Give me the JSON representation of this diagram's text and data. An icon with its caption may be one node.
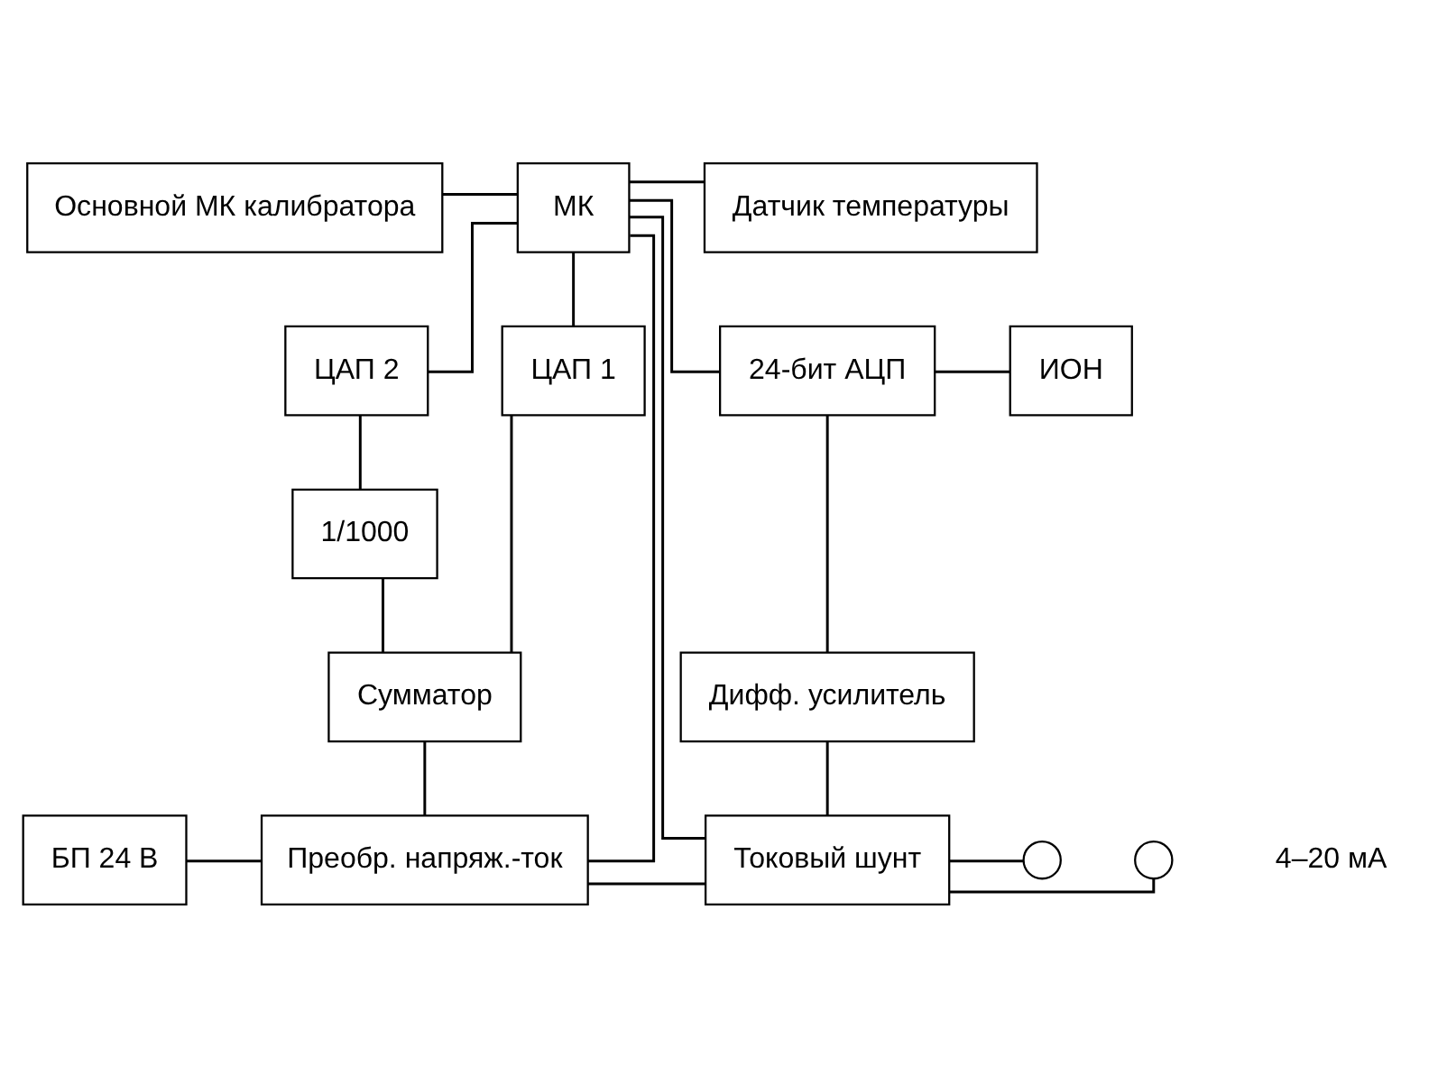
{
  "diagram": {
    "nodes": [
      {
        "text": [
          "Основной МК калибратора"
        ]
      },
      {
        "text": [
          "МК"
        ]
      },
      {
        "text": [
          "Датчик температуры"
        ]
      },
      {
        "text": [
          "ЦАП 1"
        ]
      },
      {
        "text": [
          "ЦАП 2"
        ]
      },
      {
        "text": [
          "24-бит АЦП"
        ]
      },
      {
        "text": [
          "ИОН"
        ]
      },
      {
        "text": [
          "1/1000"
        ]
      },
      {
        "text": [
          "Сумматор"
        ]
      },
      {
        "text": [
          "Дифф. усилитель"
        ]
      },
      {
        "text": [
          "БП 24 В"
        ]
      },
      {
        "text": [
          "Преобр. напряж.-ток"
        ]
      },
      {
        "text": [
          "Токовый шунт"
        ]
      },
      {
        "text": [],
        "shape": "circle"
      },
      {
        "text": [],
        "shape": "circle"
      }
    ],
    "edges": [
      {
        "from": 0,
        "to": 1,
        "arrow": "none"
      },
      {
        "from": 1,
        "to": 2,
        "arrow": "none"
      },
      {
        "from": 1,
        "to": 5,
        "arrow": "none"
      },
      {
        "from": 1,
        "to": 3,
        "arrow": "none"
      },
      {
        "from": 1,
        "to": 4,
        "arrow": "none"
      },
      {
        "from": 4,
        "to": 7,
        "arrow": "none"
      },
      {
        "from": 3,
        "to": 8,
        "arrow": "none"
      },
      {
        "from": 7,
        "to": 8,
        "arrow": "none"
      },
      {
        "from": 8,
        "to": 11,
        "arrow": "none"
      },
      {
        "from": 10,
        "to": 11,
        "arrow": "none"
      },
      {
        "from": 11,
        "to": 12,
        "arrow": "none"
      },
      {
        "from": 1,
        "to": 11,
        "arrow": "none"
      },
      {
        "from": 1,
        "to": 12,
        "arrow": "none"
      },
      {
        "from": 5,
        "to": 6,
        "arrow": "none"
      },
      {
        "from": 5,
        "to": 9,
        "arrow": "none"
      },
      {
        "from": 9,
        "to": 12,
        "arrow": "none"
      },
      {
        "from": 12,
        "to": 13,
        "arrow": "none"
      },
      {
        "from": 12,
        "to": 14,
        "arrow": "none"
      }
    ],
    "labels": [
      "4–20 мА"
    ]
  }
}
